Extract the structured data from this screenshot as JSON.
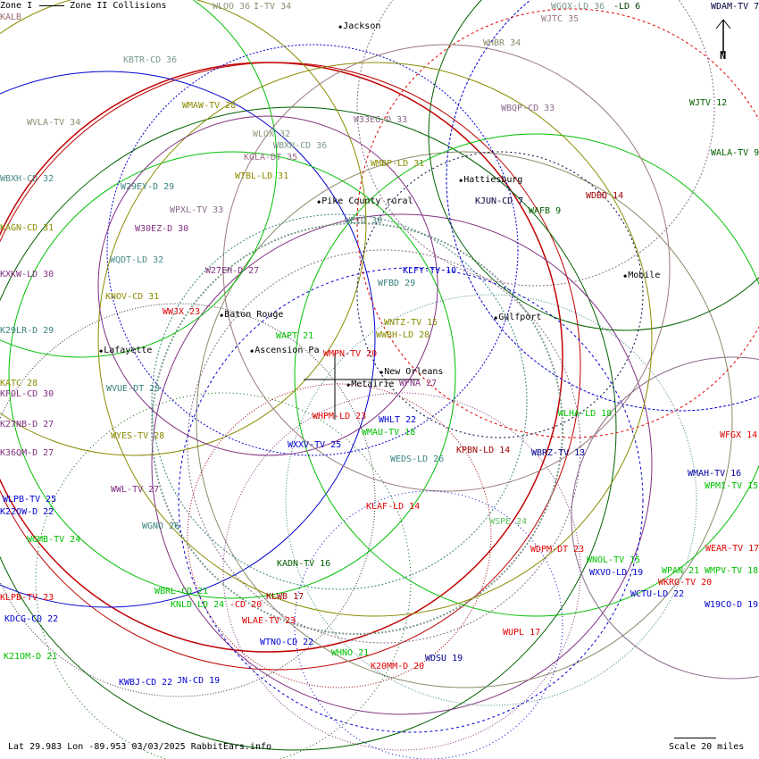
{
  "legend": {
    "zone1": "Zone I",
    "zone2": "Zone II Collisions"
  },
  "footer": {
    "coords": "Lat 29.983 Lon -89.953 03/03/2025 RabbitEars.info",
    "scale": "Scale 20 miles"
  },
  "compass": {
    "label": "N"
  },
  "cities": [
    "Jackson",
    "Pike County rural",
    "Hattiesburg",
    "Baton Rouge",
    "Lafayette",
    "Ascension Pa",
    "New Orleans",
    "Metairie",
    "Gulfport",
    "Mobile"
  ],
  "stations": [
    {
      "label": "KALB",
      "color": "#9a6a6a"
    },
    {
      "label": "WLOO 36",
      "color": "#8a9a7a"
    },
    {
      "label": "I-TV 34",
      "color": "#8a8a6a"
    },
    {
      "label": "KBTR-CD 36",
      "color": "#7a9a8a"
    },
    {
      "label": "WMAW-TV 28",
      "color": "#8a8a00"
    },
    {
      "label": "WVLA-TV 34",
      "color": "#8a8a6a"
    },
    {
      "label": "WLOX 32",
      "color": "#8a9a7a"
    },
    {
      "label": "WBXN-CD 36",
      "color": "#7a9a8a"
    },
    {
      "label": "KGLA-DT 35",
      "color": "#9a6a8a"
    },
    {
      "label": "WTBL-LD 31",
      "color": "#8a8a00"
    },
    {
      "label": "WBXH-CD 32",
      "color": "#4a8a8a"
    },
    {
      "label": "W29EY-D 29",
      "color": "#3a8080"
    },
    {
      "label": "WPXL-TV 33",
      "color": "#8a6a8a"
    },
    {
      "label": "W30EZ-D 30",
      "color": "#803080"
    },
    {
      "label": "KAGN-CD 31",
      "color": "#8a8a00"
    },
    {
      "label": "WQDT-LD 32",
      "color": "#4a8a8a"
    },
    {
      "label": "W27EH-D 27",
      "color": "#803080"
    },
    {
      "label": "KXKW-LD 30",
      "color": "#803080"
    },
    {
      "label": "KNOV-CD 31",
      "color": "#8a8a00"
    },
    {
      "label": "WWJX 23",
      "color": "#e00000"
    },
    {
      "label": "K29LR-D 29",
      "color": "#3a8080"
    },
    {
      "label": "WAPT 21",
      "color": "#00c000"
    },
    {
      "label": "WMPN-TV 20",
      "color": "#e00000"
    },
    {
      "label": "WNTZ-TV 15",
      "color": "#8a8a00"
    },
    {
      "label": "WWBH-LD 28",
      "color": "#8a8a00"
    },
    {
      "label": "WFNA 27",
      "color": "#803080"
    },
    {
      "label": "KATC 28",
      "color": "#8a8a00"
    },
    {
      "label": "KFOL-CD 30",
      "color": "#803080"
    },
    {
      "label": "WVUE-DT 29",
      "color": "#3a8080"
    },
    {
      "label": "K27NB-D 27",
      "color": "#803080"
    },
    {
      "label": "WHPM-LD 23",
      "color": "#e00000"
    },
    {
      "label": "WHLT 22",
      "color": "#0000d0"
    },
    {
      "label": "WMAU-TV 18",
      "color": "#00c000"
    },
    {
      "label": "WYES-TV 28",
      "color": "#8a8a00"
    },
    {
      "label": "WXXV-TV 25",
      "color": "#0000d0"
    },
    {
      "label": "K36QM-D 27",
      "color": "#803080"
    },
    {
      "label": "WEDS-LD 26",
      "color": "#3a8080"
    },
    {
      "label": "KPBN-LD 14",
      "color": "#a00000"
    },
    {
      "label": "WBRZ-TV 13",
      "color": "#000090"
    },
    {
      "label": "WLHA-LD 18",
      "color": "#00c000"
    },
    {
      "label": "WFGX 14",
      "color": "#e00000"
    },
    {
      "label": "WWL-TV 27",
      "color": "#803080"
    },
    {
      "label": "WLPB-TV 25",
      "color": "#0000d0"
    },
    {
      "label": "K22OW-D 22",
      "color": "#0000d0"
    },
    {
      "label": "WGNO 26",
      "color": "#3a8080"
    },
    {
      "label": "KLAF-LD 14",
      "color": "#e00000"
    },
    {
      "label": "WSPE 24",
      "color": "#60c060"
    },
    {
      "label": "WGMB-TV 24",
      "color": "#00c000"
    },
    {
      "label": "WMAH-TV 16",
      "color": "#0000a0"
    },
    {
      "label": "WPMI-TV 15",
      "color": "#00c000"
    },
    {
      "label": "WEAR-TV 17",
      "color": "#e00000"
    },
    {
      "label": "WDPM-DT 23",
      "color": "#e00000"
    },
    {
      "label": "WNOL-TV 15",
      "color": "#00c000"
    },
    {
      "label": "WXVO-LD 19",
      "color": "#0000d0"
    },
    {
      "label": "WPAN 21",
      "color": "#00c000"
    },
    {
      "label": "WMPV-TV 18",
      "color": "#00c000"
    },
    {
      "label": "WKRG-TV 20",
      "color": "#e00000"
    },
    {
      "label": "WCTU-LD 22",
      "color": "#0000d0"
    },
    {
      "label": "W19CO-D 19",
      "color": "#0000d0"
    },
    {
      "label": "KADN-TV 16",
      "color": "#006000"
    },
    {
      "label": "KLPB-TV 23",
      "color": "#e00000"
    },
    {
      "label": "WBRL-CD 21",
      "color": "#00c000"
    },
    {
      "label": "KNLD-LD 24",
      "color": "#00c000"
    },
    {
      "label": "-CD 20",
      "color": "#e00000"
    },
    {
      "label": "KLWB 17",
      "color": "#a00000"
    },
    {
      "label": "WLAE-TV 23",
      "color": "#e00000"
    },
    {
      "label": "KDCG-CD 22",
      "color": "#0000d0"
    },
    {
      "label": "WTNO-CD 22",
      "color": "#0000d0"
    },
    {
      "label": "WUPL 17",
      "color": "#e00000"
    },
    {
      "label": "WHNO 21",
      "color": "#00c000"
    },
    {
      "label": "K20MM-D 20",
      "color": "#e00000"
    },
    {
      "label": "WDSU 19",
      "color": "#000090"
    },
    {
      "label": "K21OM-D 21",
      "color": "#00c000"
    },
    {
      "label": "KWBJ-CD 22",
      "color": "#0000d0"
    },
    {
      "label": "JN-CD 19",
      "color": "#0000d0"
    },
    {
      "label": "WGOX-LD 36",
      "color": "#7a9a8a"
    },
    {
      "label": "-LD 6",
      "color": "#004000"
    },
    {
      "label": "WDAM-TV 7",
      "color": "#000040"
    },
    {
      "label": "WJTC 35",
      "color": "#9a7a7a"
    },
    {
      "label": "WHBR 34",
      "color": "#8a8a6a"
    },
    {
      "label": "WBQP-CD 33",
      "color": "#8a6a8a"
    },
    {
      "label": "WJTV 12",
      "color": "#006000"
    },
    {
      "label": "WALA-TV 9",
      "color": "#006000"
    },
    {
      "label": "WDBD 14",
      "color": "#a00000"
    },
    {
      "label": "WAFB 9",
      "color": "#006000"
    },
    {
      "label": "KJUN-CD 7",
      "color": "#000040"
    },
    {
      "label": "W33EG-D 33",
      "color": "#8a6a8a"
    },
    {
      "label": "WMBP-LD 31",
      "color": "#8a8a00"
    },
    {
      "label": "WEIQ 30",
      "color": "#5a8a8a"
    },
    {
      "label": "KLFY-TV 10",
      "color": "#0000d0"
    },
    {
      "label": "WFBD 29",
      "color": "#3a8080"
    }
  ]
}
